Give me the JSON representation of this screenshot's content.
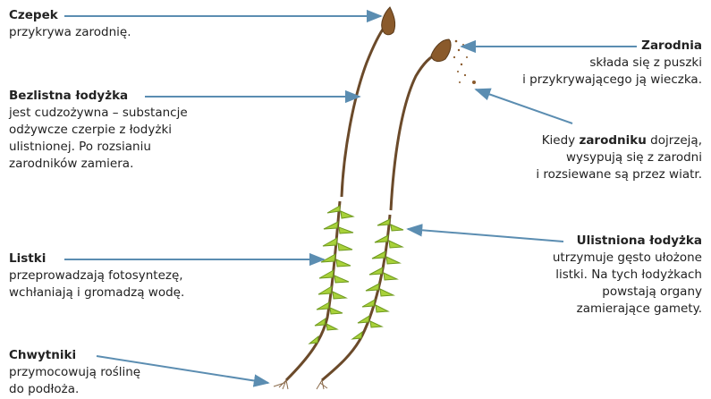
{
  "colors": {
    "arrow": "#5b8db1",
    "stem": "#6b4a2a",
    "leaf": "#a8d13a",
    "leaf_dark": "#6f9a1e",
    "capsule": "#8a5a2b",
    "text": "#222222"
  },
  "labels": {
    "czepek": {
      "title": "Czepek",
      "desc": "przykrywa zarodnię."
    },
    "bezlistna": {
      "title": "Bezlistna łodyżka",
      "desc": "jest cudzożywna – substancje odżywcze czerpie z łodyżki ulistnionej. Po rozsianiu zarodników zamiera."
    },
    "listki": {
      "title": "Listki",
      "desc": "przeprowadzają fotosyntezę, wchłaniają i gromadzą wodę."
    },
    "chwytniki": {
      "title": "Chwytniki",
      "desc": "przymocowują roślinę do podłoża."
    },
    "zarodnia": {
      "title": "Zarodnia",
      "desc_line1": "składa się z puszki",
      "desc_line2": "i przykrywającego ją wieczka."
    },
    "zarodniki": {
      "prefix": "Kiedy ",
      "bold": "zarodniku",
      "suffix": " dojrzeją,",
      "line2": "wysypują się z zarodni",
      "line3": "i rozsiewane są przez wiatr."
    },
    "ulistniona": {
      "title": "Ulistniona łodyżka",
      "line1": "utrzymuje gęsto ułożone",
      "line2": "listki. Na tych łodyżkach",
      "line3": "powstają organy",
      "line4": "zamierające gamety."
    }
  }
}
